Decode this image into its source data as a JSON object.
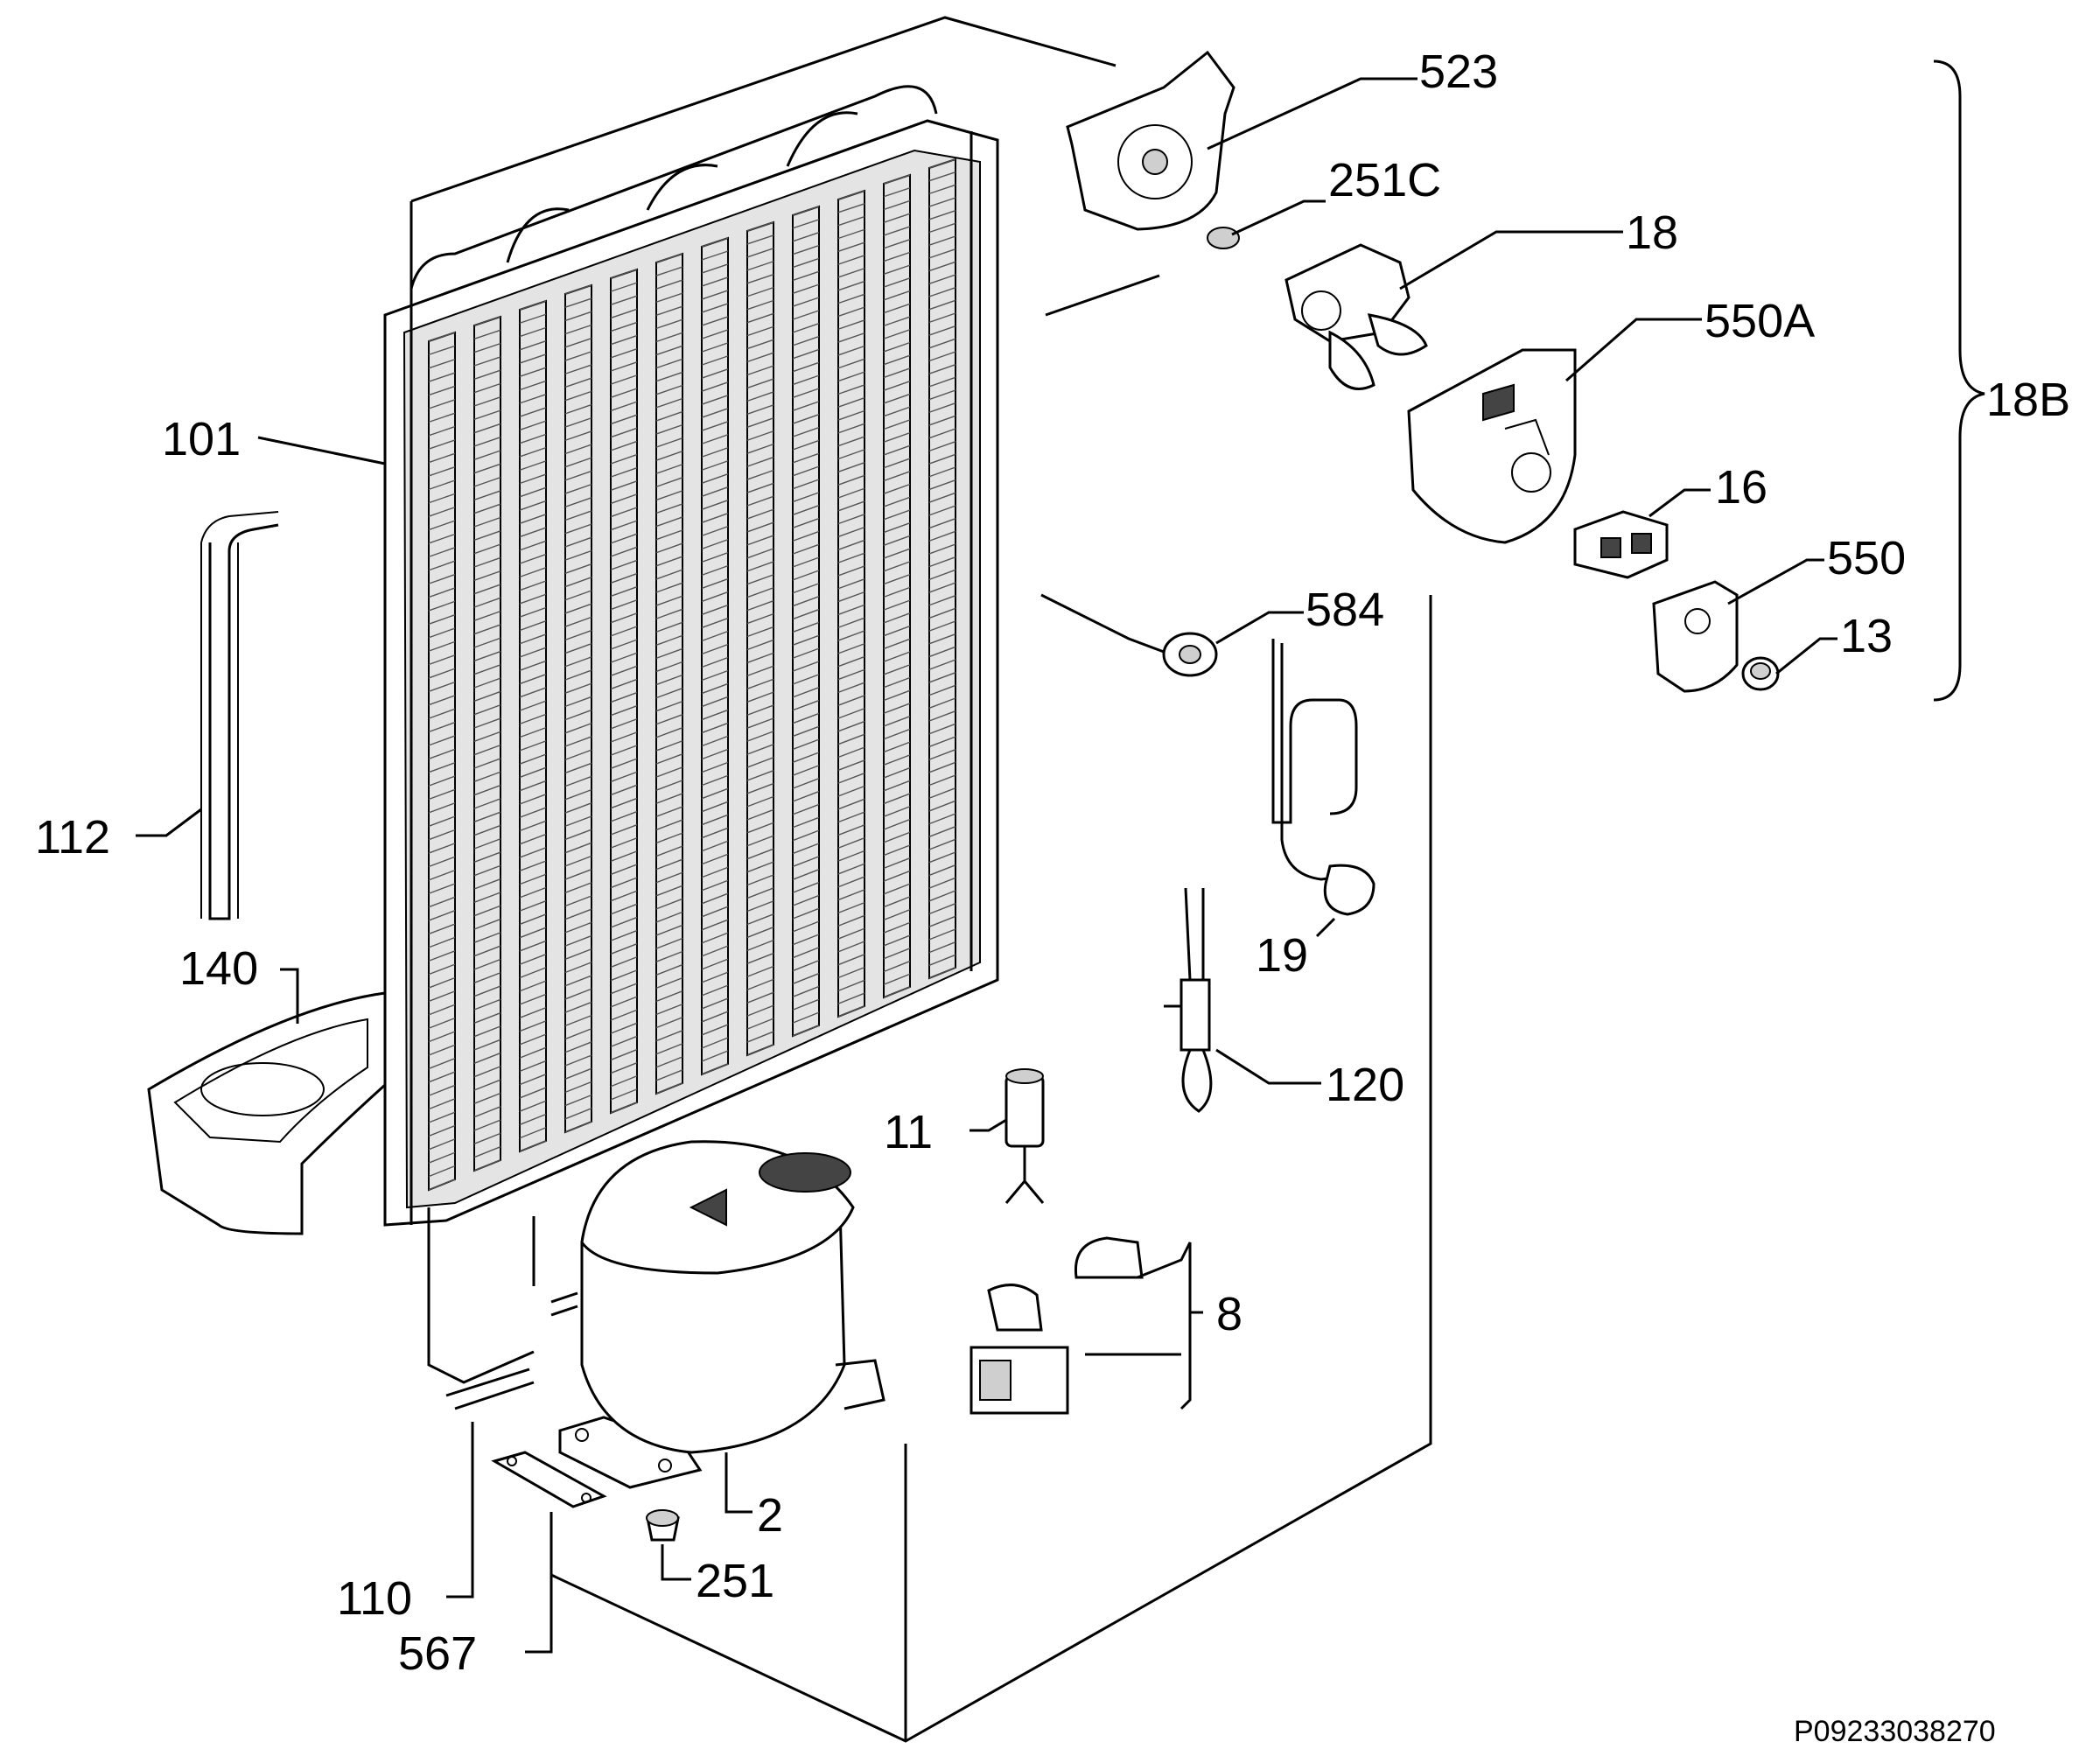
{
  "diagram": {
    "reference_code": "P09233038270",
    "labels": {
      "p523": "523",
      "p251c": "251C",
      "p18": "18",
      "p550a": "550A",
      "p18b": "18B",
      "p16": "16",
      "p550": "550",
      "p13": "13",
      "p584": "584",
      "p101": "101",
      "p112": "112",
      "p140": "140",
      "p19": "19",
      "p120": "120",
      "p11": "11",
      "p8": "8",
      "p2": "2",
      "p110": "110",
      "p567": "567",
      "p251": "251"
    }
  }
}
